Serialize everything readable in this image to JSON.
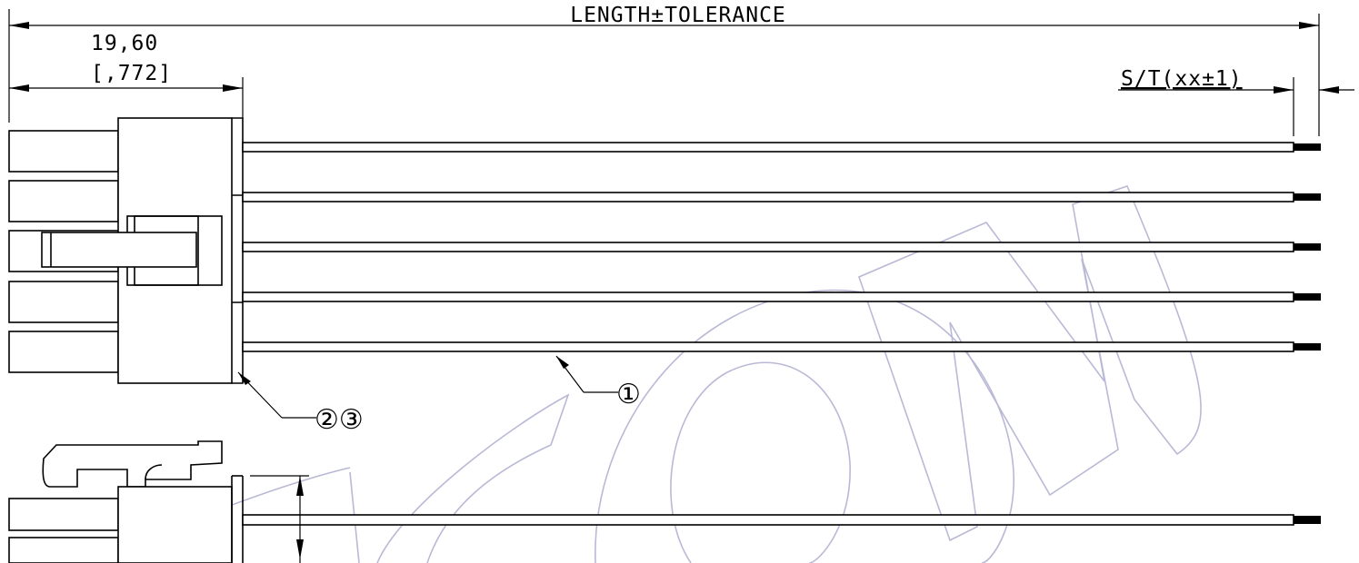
{
  "dimensions": {
    "overall_length": "LENGTH±TOLERANCE",
    "connector_length_mm": "19,60",
    "connector_length_in": "[,772]",
    "strip_length": "S/T(xx±1)"
  },
  "callouts": {
    "wire": "①",
    "housing_terminal": "②③"
  },
  "watermark": {
    "color": "#b9b9d6"
  },
  "colors": {
    "line": "#000000",
    "background": "#ffffff"
  }
}
